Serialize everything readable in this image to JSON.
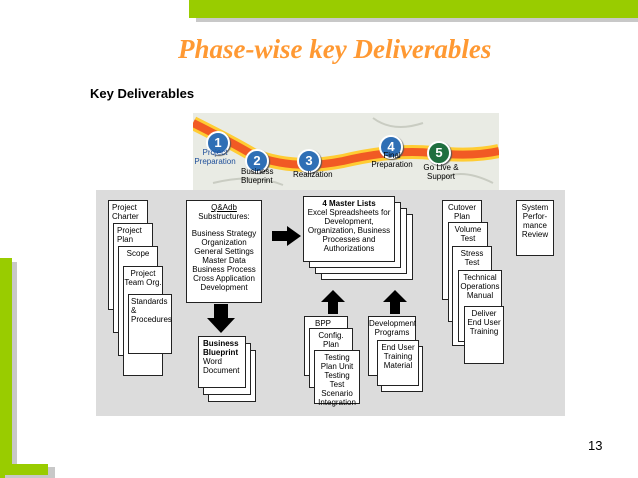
{
  "title": "Phase-wise key Deliverables",
  "subtitle": "Key Deliverables",
  "page_number": "13",
  "colors": {
    "accent_bar": "#99cc00",
    "title": "#ff9933",
    "road": "#f15a24",
    "road_edge": "#ffcc33"
  },
  "phases": [
    {
      "num": "1",
      "label1": "Project",
      "label2": "Preparation",
      "color": "#2f6fb5"
    },
    {
      "num": "2",
      "label1": "Business",
      "label2": "Blueprint",
      "color": "#2f6fb5"
    },
    {
      "num": "3",
      "label1": "Realization",
      "label2": "",
      "color": "#2f6fb5"
    },
    {
      "num": "4",
      "label1": "Final",
      "label2": "Preparation",
      "color": "#2f6fb5"
    },
    {
      "num": "5",
      "label1": "Go Live &",
      "label2": "Support",
      "color": "#1f6f3f"
    }
  ],
  "col1": {
    "charter": "Project Charter",
    "plan": "Project Plan",
    "scope": "Scope",
    "team": "Project Team Org.",
    "standards": "Standards & Procedures"
  },
  "col2": {
    "header": "Q&Adb",
    "sub": "Substructures:",
    "items": "Business Strategy Organization General Settings Master Data Business Process Cross Application Development"
  },
  "col3": {
    "header": "4 Master Lists",
    "body": "Excel Spreadsheets for Development, Organization, Business Processes and Authorizations"
  },
  "bb": {
    "line1": "Business",
    "line2": "Blueprint",
    "line3": "Word",
    "line4": "Document"
  },
  "realization": {
    "bpp": "BPP",
    "config": "Config. Plan",
    "testing": "Testing Plan Unit Testing Test Scenario Integration",
    "dev": "Development Programs",
    "training": "End User Training Material"
  },
  "col5": {
    "cutover": "Cutover Plan",
    "volume": "Volume Test",
    "stress": "Stress Test",
    "tech": "Technical Operations Manual",
    "deliver": "Deliver End User Training"
  },
  "col6": {
    "system": "System Perfor- mance Review"
  }
}
